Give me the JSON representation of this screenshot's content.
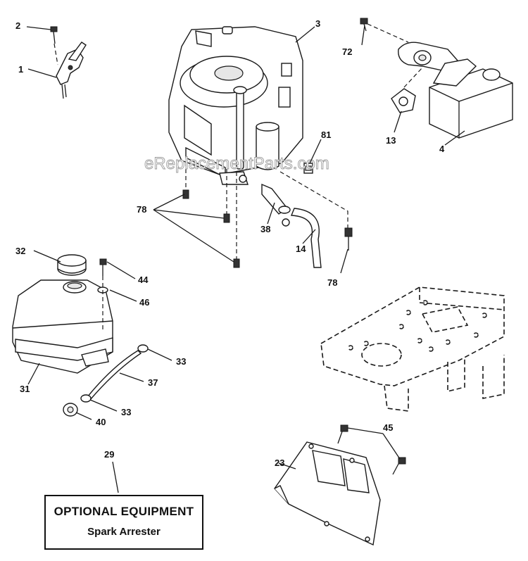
{
  "watermark": "eReplacementParts.com",
  "callouts": {
    "c1": "1",
    "c2": "2",
    "c3": "3",
    "c4": "4",
    "c13": "13",
    "c14": "14",
    "c23": "23",
    "c29": "29",
    "c31": "31",
    "c32": "32",
    "c33a": "33",
    "c33b": "33",
    "c37": "37",
    "c38": "38",
    "c40": "40",
    "c44": "44",
    "c45": "45",
    "c46": "46",
    "c72": "72",
    "c78a": "78",
    "c78b": "78",
    "c81": "81"
  },
  "optional_equipment": {
    "title": "OPTIONAL EQUIPMENT",
    "item": "Spark Arrester"
  }
}
